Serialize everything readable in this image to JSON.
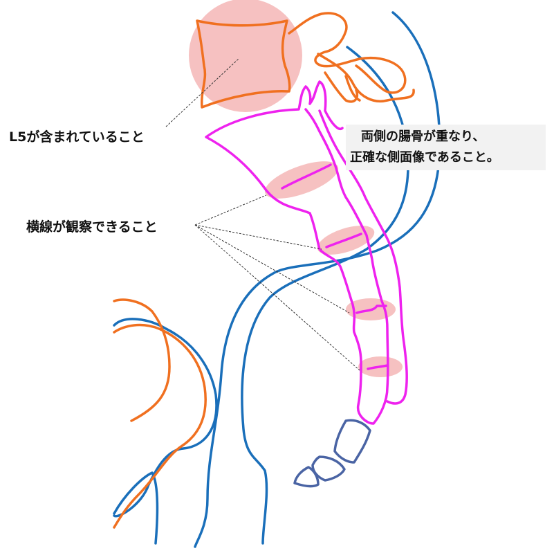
{
  "labels": {
    "l5": "L5が含まれていること",
    "transverse": "横線が観察できること",
    "iliac_line1": "両側の腸骨が重なり、",
    "iliac_line2": "正確な側面像であること。"
  },
  "colors": {
    "orange": "#f07020",
    "blue": "#1a6fba",
    "magenta": "#ee22ee",
    "highlight": "#f4b6b6",
    "coccyx": "#4a64a4",
    "label_bg": "#f2f2f2"
  }
}
